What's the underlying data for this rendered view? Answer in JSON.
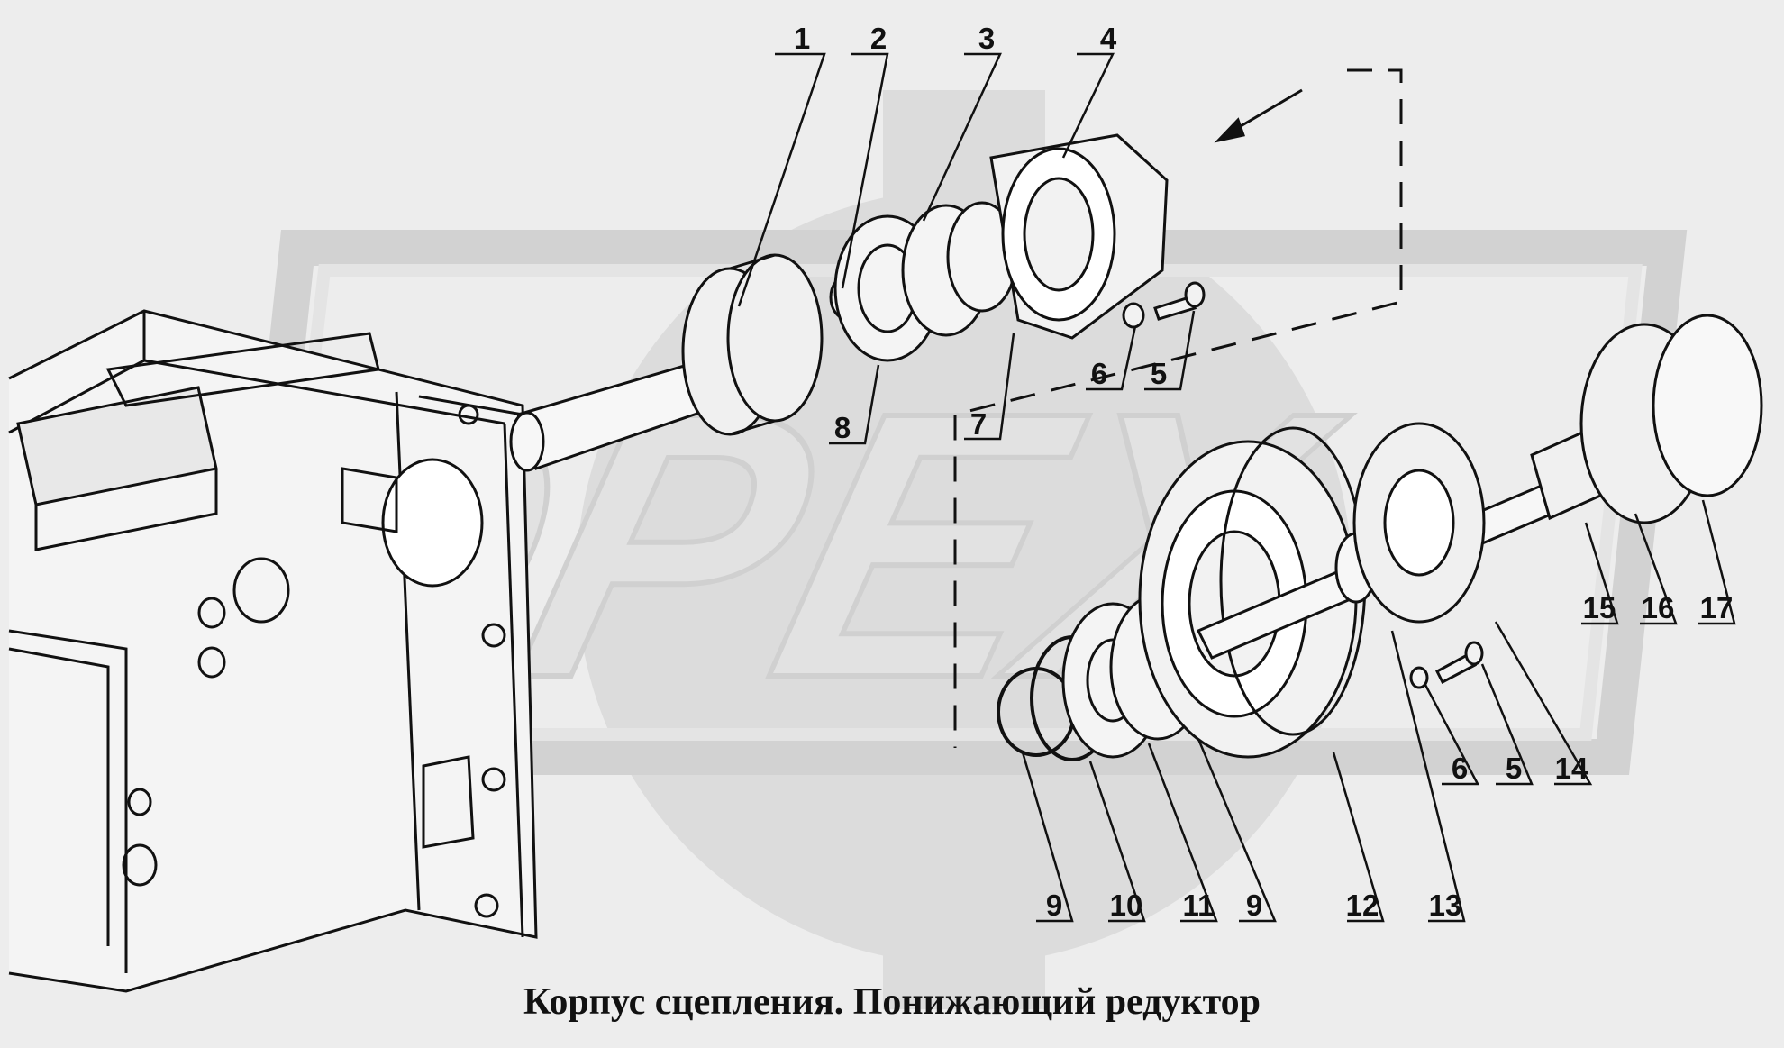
{
  "watermark": {
    "text": "OPEX"
  },
  "caption": "Корпус сцепления. Понижающий редуктор",
  "callouts": [
    "1",
    "2",
    "3",
    "4",
    "5",
    "6",
    "7",
    "8",
    "9",
    "10",
    "11",
    "12",
    "13",
    "14",
    "15",
    "16",
    "17"
  ],
  "callouts_lower": [
    "6",
    "5",
    "9",
    "10",
    "11",
    "9",
    "12",
    "13",
    "14",
    "15",
    "16",
    "17"
  ],
  "colors": {
    "background": "#ededed",
    "ink": "#111111",
    "watermark": "#cfcfcf"
  }
}
